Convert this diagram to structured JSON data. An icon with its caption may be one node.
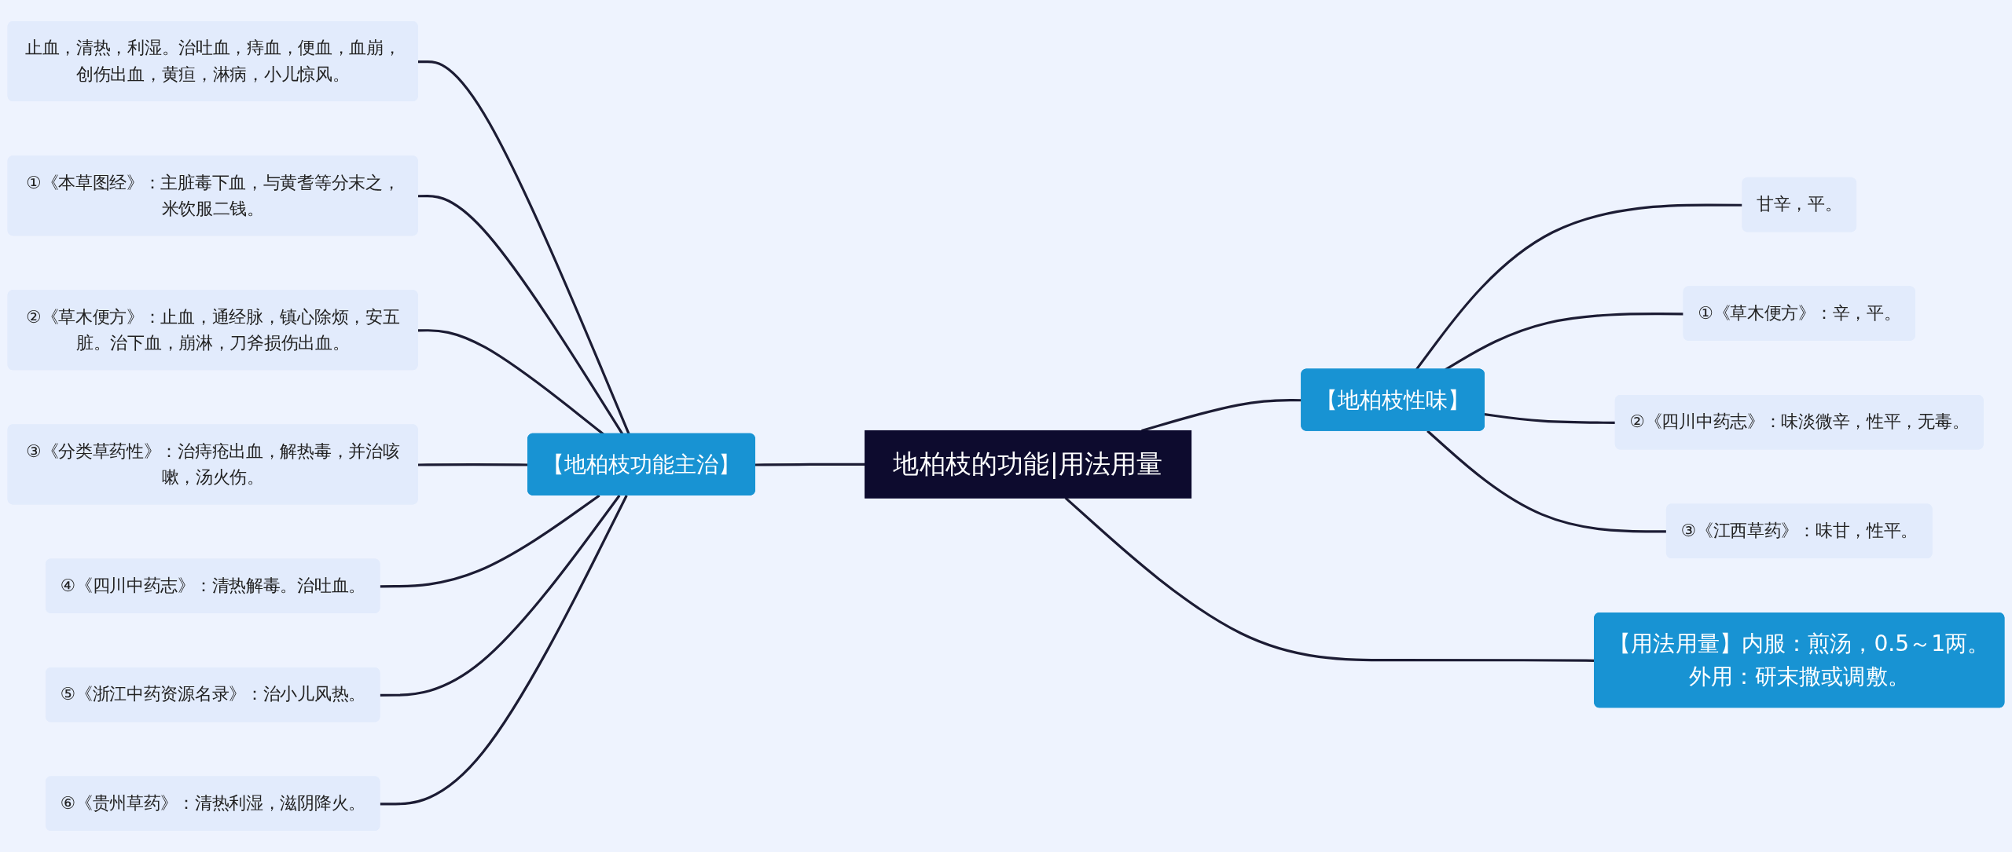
{
  "diagram": {
    "nodes": [
      {
        "text": [
          "地柏枝的功能|用法用量"
        ]
      },
      {
        "text": [
          "【地柏枝功能主治】"
        ]
      },
      {
        "text": [
          "止血，清热，利湿。治吐血，痔血，便血，血崩，创伤出血，黄疸，淋病，小儿惊风。"
        ]
      },
      {
        "text": [
          "①《本草图经》：主脏毒下血，与黄耆等分末之，米饮服二钱。"
        ]
      },
      {
        "text": [
          "②《草木便方》：止血，通经脉，镇心除烦，安五脏。治下血，崩淋，刀斧损伤出血。"
        ]
      },
      {
        "text": [
          "③《分类草药性》：治痔疮出血，解热毒，并治咳嗽，汤火伤。"
        ]
      },
      {
        "text": [
          "④《四川中药志》：清热解毒。治吐血。"
        ]
      },
      {
        "text": [
          "⑤《浙江中药资源名录》：治小儿风热。"
        ]
      },
      {
        "text": [
          "⑥《贵州草药》：清热利湿，滋阴降火。"
        ]
      },
      {
        "text": [
          "【地柏枝性味】"
        ]
      },
      {
        "text": [
          "甘辛，平。"
        ]
      },
      {
        "text": [
          "①《草木便方》：辛，平。"
        ]
      },
      {
        "text": [
          "②《四川中药志》：味淡微辛，性平，无毒。"
        ]
      },
      {
        "text": [
          "③《江西草药》：味甘，性平。"
        ]
      },
      {
        "text": [
          "【用法用量】内服：煎汤，0.5～1两。外用：研末撒或调敷。"
        ]
      }
    ],
    "edges": [
      {
        "from": 2,
        "to": 1,
        "arrow": "none"
      },
      {
        "from": 3,
        "to": 1,
        "arrow": "none"
      },
      {
        "from": 4,
        "to": 1,
        "arrow": "none"
      },
      {
        "from": 5,
        "to": 1,
        "arrow": "none"
      },
      {
        "from": 6,
        "to": 1,
        "arrow": "none"
      },
      {
        "from": 7,
        "to": 1,
        "arrow": "none"
      },
      {
        "from": 8,
        "to": 1,
        "arrow": "none"
      },
      {
        "from": 1,
        "to": 0,
        "arrow": "none"
      },
      {
        "from": 0,
        "to": 9,
        "arrow": "none"
      },
      {
        "from": 9,
        "to": 10,
        "arrow": "none"
      },
      {
        "from": 9,
        "to": 11,
        "arrow": "none"
      },
      {
        "from": 9,
        "to": 12,
        "arrow": "none"
      },
      {
        "from": 9,
        "to": 13,
        "arrow": "none"
      },
      {
        "from": 0,
        "to": 14,
        "arrow": "none"
      }
    ]
  }
}
